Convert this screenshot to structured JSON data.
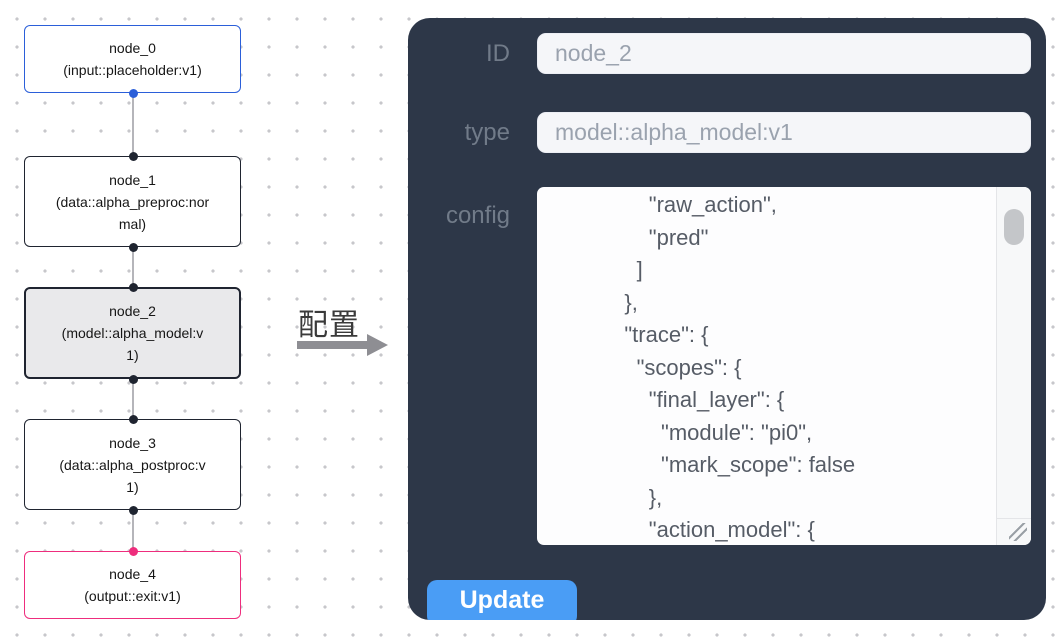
{
  "canvas": {
    "nodes": [
      {
        "title": "node_0",
        "subtitle": "(input::placeholder:v1)",
        "variant": "input"
      },
      {
        "title": "node_1",
        "subtitle": "(data::alpha_preproc:normal)",
        "variant": "default"
      },
      {
        "title": "node_2",
        "subtitle": "(model::alpha_model:v1)",
        "variant": "selected"
      },
      {
        "title": "node_3",
        "subtitle": "(data::alpha_postproc:v1)",
        "variant": "default"
      },
      {
        "title": "node_4",
        "subtitle": "(output::exit:v1)",
        "variant": "output"
      }
    ]
  },
  "annotation": {
    "label": "配置",
    "arrow_icon": "right-arrow"
  },
  "panel": {
    "fields": {
      "id": {
        "label": "ID",
        "value": "node_2"
      },
      "type": {
        "label": "type",
        "value": "model::alpha_model:v1"
      },
      "config": {
        "label": "config",
        "value": "                \"raw_action\",\n                \"pred\"\n              ]\n            },\n            \"trace\": {\n              \"scopes\": {\n                \"final_layer\": {\n                  \"module\": \"pi0\",\n                  \"mark_scope\": false\n                },\n                \"action_model\": {"
      }
    },
    "update_label": "Update"
  },
  "colors": {
    "input_node_border": "#2b5fd9",
    "default_node_border": "#1f2430",
    "selected_node_fill": "#e9e9eb",
    "output_node_border": "#ee2d7d",
    "edge": "#b5b5ba",
    "panel_bg": "#2d3748",
    "field_bg": "#f5f6f9",
    "update_button_bg": "#4a9df5"
  }
}
